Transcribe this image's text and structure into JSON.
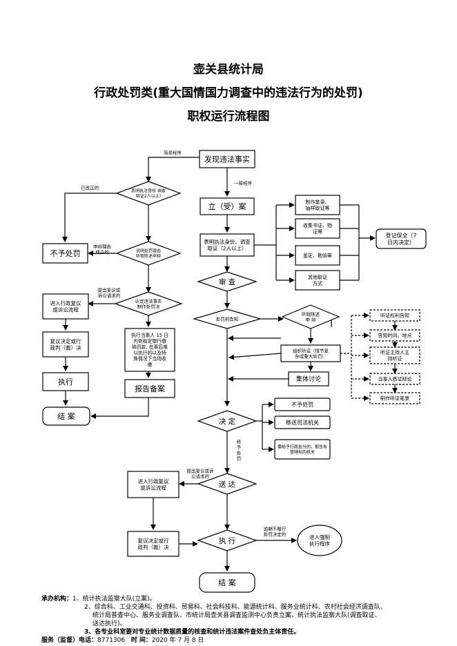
{
  "title": {
    "line1": "壶关县统计局",
    "line2": "行政处罚类(重大国情国力调查中的违法行为的处罚)",
    "line3": "职权运行流程图"
  },
  "nodes": {
    "discover": "发现违法事实",
    "simple_check": [
      "表明执法身份 调查",
      "取证2人以上)"
    ],
    "no_penalty": "不予处罚",
    "make_decision_simple": [
      "说明处罚理由",
      "听取陈述申辩"
    ],
    "confirm": [
      "认定违法事实",
      "制作处罚决"
    ],
    "reconsider_left": [
      "进入行政复议",
      "或诉讼流程"
    ],
    "reconsider_result_left": [
      "复议决定或行",
      "政判（裁）决"
    ],
    "execute_left": "执行",
    "end_left": "结  案",
    "pay_notice": [
      "执行当事人 15 日",
      "内到指定银行缴",
      "纳罚款, 在事后难",
      "以执行的以及特",
      "殊情况下当场收",
      "缴"
    ],
    "report": "报告备案",
    "register": "立（受）案",
    "investigate": [
      "表明执法身份、调查",
      "取证（2人以上）"
    ],
    "evidence": [
      [
        "制作笔录、",
        "抽样取证等"
      ],
      [
        "收集书证、物",
        "证等"
      ],
      [
        "鉴定、勘验等"
      ],
      [
        "其他取证",
        "方式"
      ]
    ],
    "preserve": [
      "登记保全（7",
      "日内决定）"
    ],
    "review": "审  查",
    "pre_notice": "处罚前告知",
    "hear_statement": [
      "听取陈述",
      "申  辩"
    ],
    "hearing_org": [
      "组织听证（情节复",
      "杂或重大处罚）"
    ],
    "hearing_steps": [
      "听证权利告知",
      "告知时间、地点",
      [
        "听证主持人主",
        "持听证"
      ],
      "当事人质证辩论",
      "制作听证笔录"
    ],
    "collective": "集体讨论",
    "decide": "决  定",
    "decide_outcomes": [
      "不予处罚",
      "移送司法机关",
      [
        "需給予行政处分的，报告有",
        "管辖权的机关"
      ]
    ],
    "deliver": "送  达",
    "reconsider_mid": [
      "进入行政复议",
      "或诉讼流程"
    ],
    "reconsider_result_mid": [
      "复议决定或行",
      "政判（裁）决"
    ],
    "execute_mid": "执  行",
    "force": [
      "进入强制",
      "执行程序"
    ],
    "end_mid": "结  案"
  },
  "edge_labels": {
    "simple_procedure": "简易程序",
    "general_procedure": "一般程序",
    "corrected": "已改正的",
    "reason_valid": [
      "申辩理由",
      "成立的"
    ],
    "appeal_1": [
      "提出复议或",
      "诉讼请求的"
    ],
    "give_penalty": [
      "给",
      "予",
      "处",
      "罚"
    ],
    "appeal_2": [
      "提出复议或诉",
      "讼请求的"
    ],
    "overdue": [
      "逾期不履行",
      "处罚决定的"
    ]
  },
  "footer": {
    "org_label": "承办机构：",
    "org_line1": "1、统计执法监察大队(立案)。",
    "org_line2": "2、综合科、工业交通科、投资科、贸易科、社会科技科、能源统计科、服务业统计科、农村社会经济调查队、",
    "org_line3": "统计局普查中心、服务业调查队、市统计局壶关县调查监测中心负责立案、统计执法监察大队(调查取证、",
    "org_line4": "送达执行)。",
    "org_line5": "3、各专业科室要对专业统计数据质量的核查和统计违法案件查处负主体责任。",
    "phone_label": "服务（监督）电话：",
    "phone": "8771306",
    "time_label": "时     间：",
    "date": "2020 年 7 月 8 日"
  },
  "colors": {
    "line": "#000000",
    "background": "#ffffff"
  }
}
